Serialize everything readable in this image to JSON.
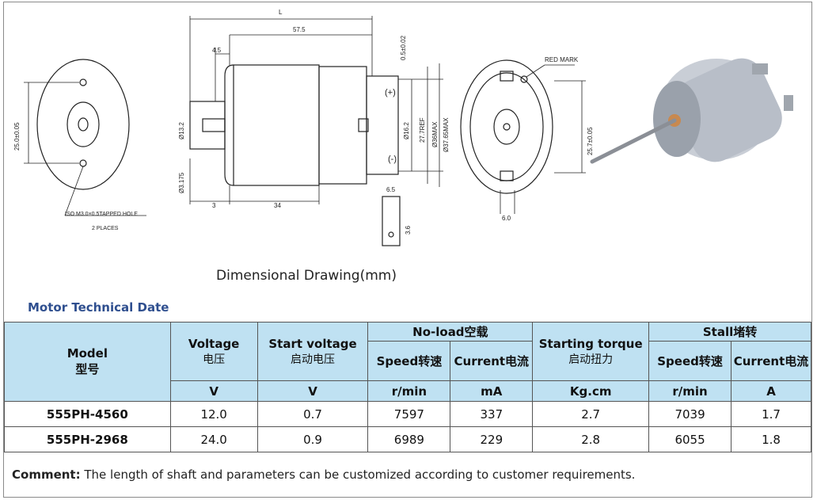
{
  "drawing": {
    "caption": "Dimensional Drawing(mm)",
    "labels": {
      "L": "L",
      "len_575": "57.5",
      "len_45": "4.5",
      "len_3": "3",
      "len_34": "34",
      "len_65": "6.5",
      "len_60": "6.0",
      "len_36": "3.6",
      "tol_05": "0.5±0.02",
      "hole_25": "25.0±0.05",
      "hole_257": "25.7±0.05",
      "dia_13": "Ø13.2",
      "dia_3175": "Ø3.175",
      "dia_16": "Ø16.2",
      "dia_277": "27.7REF",
      "dia_36": "Ø36MAX",
      "dia_3765": "Ø37.65MAX",
      "plus": "(+)",
      "minus": "(-)",
      "red_mark": "RED MARK",
      "hole_note1": "ISO M3.0×0.5TAPPED HOLE",
      "hole_note2": "2 PLACES"
    }
  },
  "section_title": "Motor Technical Date",
  "table": {
    "headers": {
      "model": "Model",
      "model_cn": "型号",
      "voltage": "Voltage",
      "voltage_cn": "电压",
      "start_voltage": "Start voltage",
      "start_voltage_cn": "启动电压",
      "no_load": "No-load空载",
      "speed": "Speed转速",
      "current": "Current电流",
      "starting_torque": "Starting torque",
      "starting_torque_cn": "启动扭力",
      "stall": "Stall堵转",
      "stall_speed": "Speed转速",
      "stall_current": "Current电流"
    },
    "units": {
      "voltage": "V",
      "start_voltage": "V",
      "speed": "r/min",
      "current": "mA",
      "torque": "Kg.cm",
      "stall_speed": "r/min",
      "stall_current": "A"
    },
    "rows": [
      {
        "model": "555PH-4560",
        "voltage": "12.0",
        "start_voltage": "0.7",
        "speed": "7597",
        "current": "337",
        "torque": "2.7",
        "stall_speed": "7039",
        "stall_current": "1.7"
      },
      {
        "model": "555PH-2968",
        "voltage": "24.0",
        "start_voltage": "0.9",
        "speed": "6989",
        "current": "229",
        "torque": "2.8",
        "stall_speed": "6055",
        "stall_current": "1.8"
      }
    ]
  },
  "comment": {
    "label": "Comment:",
    "text": "The length of shaft and parameters can be customized according to customer requirements."
  },
  "colors": {
    "header_bg": "#bfe1f2",
    "title_blue": "#2f4f8f",
    "red_mark": "#b00000"
  }
}
